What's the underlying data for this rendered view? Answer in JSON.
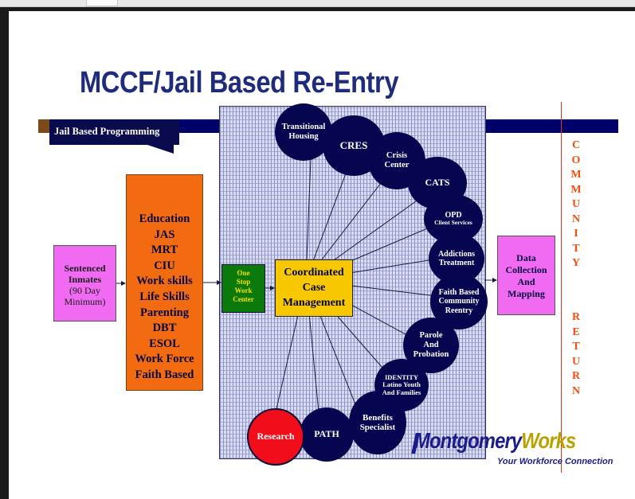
{
  "title": "MCCF/Jail Based Re-Entry",
  "jail_based_programming": "Jail Based Programming",
  "sentenced": {
    "line1": "Sentenced",
    "line2": "Inmates",
    "line3": "(90 Day",
    "line4": "Minimum)"
  },
  "programs": [
    "Education",
    "JAS",
    "MRT",
    "CIU",
    "Work skills",
    "Life Skills",
    "Parenting",
    "DBT",
    "ESOL",
    "Work Force",
    "Faith Based"
  ],
  "one_stop": {
    "line1": "One",
    "line2": "Stop",
    "line3": "Work",
    "line4": "Center"
  },
  "coordinated": {
    "line1": "Coordinated",
    "line2": "Case",
    "line3": "Management"
  },
  "data_box": {
    "line1": "Data",
    "line2": "Collection",
    "line3": "And",
    "line4": "Mapping"
  },
  "community": [
    "C",
    "O",
    "M",
    "M",
    "U",
    "N",
    "I",
    "T",
    "Y"
  ],
  "return": [
    "R",
    "E",
    "T",
    "U",
    "R",
    "N"
  ],
  "nodes": {
    "transitional": {
      "line1": "Transitional",
      "line2": "Housing"
    },
    "cres": "CRES",
    "crisis": {
      "line1": "Crisis",
      "line2": "Center"
    },
    "cats": "CATS",
    "opd": {
      "line1": "OPD",
      "line2": "Client Services"
    },
    "addictions": {
      "line1": "Addictions",
      "line2": "Treatment"
    },
    "faith": {
      "line1": "Faith Based",
      "line2": "Community",
      "line3": "Reentry"
    },
    "parole": {
      "line1": "Parole",
      "line2": "And",
      "line3": "Probation"
    },
    "identity": {
      "line1": "IDENTITY",
      "line2": "Latino Youth",
      "line3": "And Families"
    },
    "benefits": {
      "line1": "Benefits",
      "line2": "Specialist"
    },
    "path": "PATH",
    "research": "Research"
  },
  "logo": {
    "name_part1": "Montgomery",
    "name_part2": "Works",
    "tagline": "Your Workforce Connection"
  },
  "colors": {
    "title": "#1f2c7c",
    "navy_band": "#00006b",
    "node": "#050550",
    "research": "#f20d1a",
    "orange_box": "#f26b10",
    "magenta_box": "#f16bf2",
    "green_box": "#0b7a0b",
    "yellow_box": "#f7c800",
    "community_text": "#f24e10"
  }
}
